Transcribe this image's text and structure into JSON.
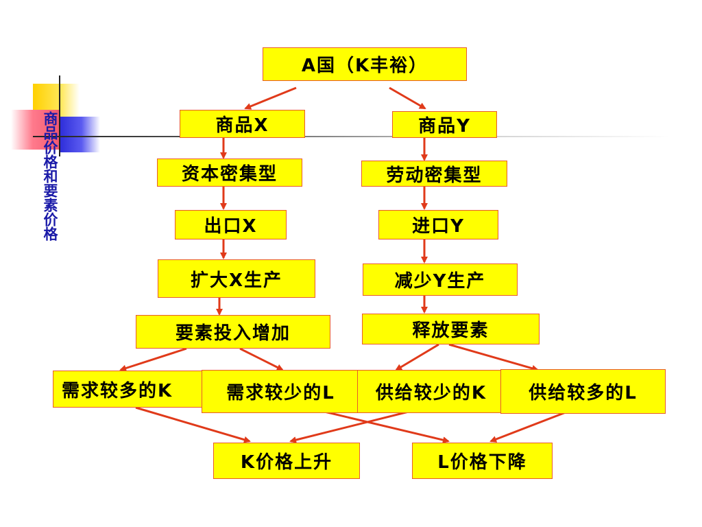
{
  "side_title": "商品价格和要素价格",
  "nodes": {
    "country": "A国（K丰裕）",
    "goodX": "商品X",
    "goodY": "商品Y",
    "capital": "资本密集型",
    "labor": "劳动密集型",
    "exportX": "出口X",
    "importY": "进口Y",
    "expandX": "扩大X生产",
    "reduceY": "减少Y生产",
    "factorIn": "要素投入增加",
    "release": "释放要素",
    "demandMoreK": "需求较多的K",
    "demandLessL": "需求较少的L",
    "supplyLessK": "供给较少的K",
    "supplyMoreL": "供给较多的L",
    "kUp": "K价格上升",
    "lDown": "L价格下降"
  },
  "colors": {
    "box_fill": "#ffff00",
    "box_border": "#e85a2a",
    "arrow": "#e03a1a",
    "side_title": "#1a1aa8"
  }
}
